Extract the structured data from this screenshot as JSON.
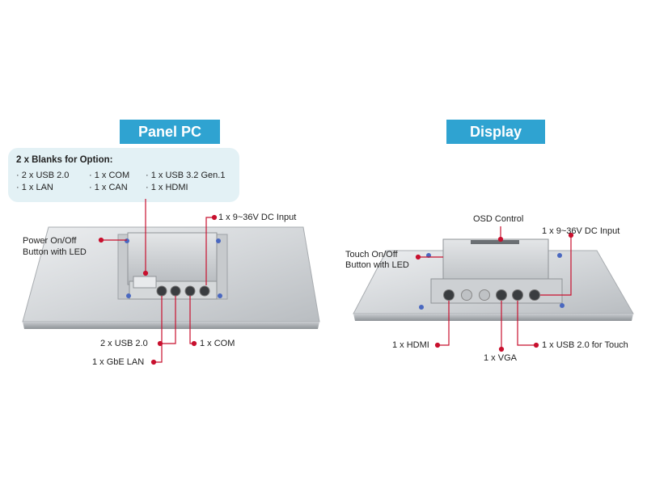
{
  "panel_pc": {
    "title": "Panel PC",
    "options": {
      "heading": "2 x Blanks for Option:",
      "items": [
        "· 2 x USB 2.0",
        "· 1 x COM",
        "· 1 x USB 3.2 Gen.1",
        "· 1 x LAN",
        "· 1 x CAN",
        "· 1 x HDMI"
      ]
    },
    "callouts": {
      "dc_input": "1 x 9~36V DC Input",
      "power_line1": "Power On/Off",
      "power_line2": "Button with LED",
      "usb": "2 x USB 2.0",
      "com": "1 x COM",
      "lan": "1 x GbE LAN"
    }
  },
  "display": {
    "title": "Display",
    "callouts": {
      "osd": "OSD Control",
      "dc_input": "1 x 9~36V DC Input",
      "touch_line1": "Touch On/Off",
      "touch_line2": "Button with LED",
      "hdmi": "1 x HDMI",
      "vga": "1 x VGA",
      "usb_touch": "1 x USB 2.0 for Touch"
    }
  },
  "colors": {
    "accent": "#2fa3d1",
    "options_bg": "#e3f1f5",
    "leader": "#c8102e"
  }
}
